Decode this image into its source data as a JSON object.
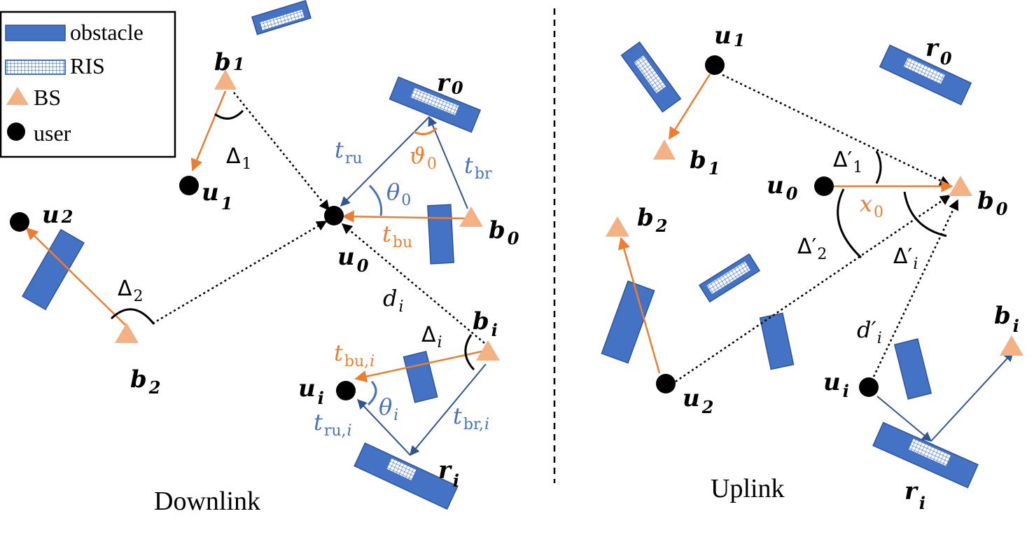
{
  "legend": {
    "obstacle": "obstacle",
    "ris": "RIS",
    "bs": "BS",
    "user": "user"
  },
  "captions": {
    "downlink": "Downlink",
    "uplink": "Uplink"
  },
  "downlink": {
    "b1": "b",
    "b1_sub": "1",
    "u1": "u",
    "u1_sub": "1",
    "u2": "u",
    "u2_sub": "2",
    "b2": "b",
    "b2_sub": "2",
    "u0": "u",
    "u0_sub": "0",
    "b0": "b",
    "b0_sub": "0",
    "r0": "r",
    "r0_sub": "0",
    "bi": "b",
    "bi_sub": "i",
    "ui": "u",
    "ui_sub": "i",
    "ri": "r",
    "ri_sub": "i",
    "delta1": "Δ",
    "delta1_sub": "1",
    "delta2": "Δ",
    "delta2_sub": "2",
    "deltai": "Δ",
    "deltai_sub": "i",
    "t_ru": "t",
    "t_ru_sub": "ru",
    "t_br": "t",
    "t_br_sub": "br",
    "t_bu": "t",
    "t_bu_sub": "bu",
    "theta0": "θ",
    "theta0_sub": "0",
    "vartheta0": "ϑ",
    "vartheta0_sub": "0",
    "d_i": "d",
    "d_i_sub": "i",
    "t_bu_i": "t",
    "t_bu_i_sub": "bu,",
    "t_bu_i_idx": "i",
    "t_ru_i": "t",
    "t_ru_i_sub": "ru,",
    "t_ru_i_idx": "i",
    "t_br_i": "t",
    "t_br_i_sub": "br,",
    "t_br_i_idx": "i",
    "theta_i": "θ",
    "theta_i_sub": "i"
  },
  "uplink": {
    "u1": "u",
    "u1_sub": "1",
    "r0": "r",
    "r0_sub": "0",
    "b1": "b",
    "b1_sub": "1",
    "u0": "u",
    "u0_sub": "0",
    "b0": "b",
    "b0_sub": "0",
    "b2": "b",
    "b2_sub": "2",
    "u2": "u",
    "u2_sub": "2",
    "ui": "u",
    "ui_sub": "i",
    "bi": "b",
    "bi_sub": "i",
    "ri": "r",
    "ri_sub": "i",
    "delta1p": "Δ′",
    "delta1p_sub": "1",
    "delta2p": "Δ′",
    "delta2p_sub": "2",
    "deltaip": "Δ′",
    "deltaip_sub": "i",
    "x0": "x",
    "x0_sub": "0",
    "d_ip": "d′",
    "d_ip_sub": "i"
  },
  "colors": {
    "obstacle": "#4472c4",
    "obstacle_edge": "#2f5597",
    "bs": "#f4b183",
    "orange": "#ed7d31",
    "blue": "#4472c4",
    "dark_blue": "#2f5597"
  }
}
